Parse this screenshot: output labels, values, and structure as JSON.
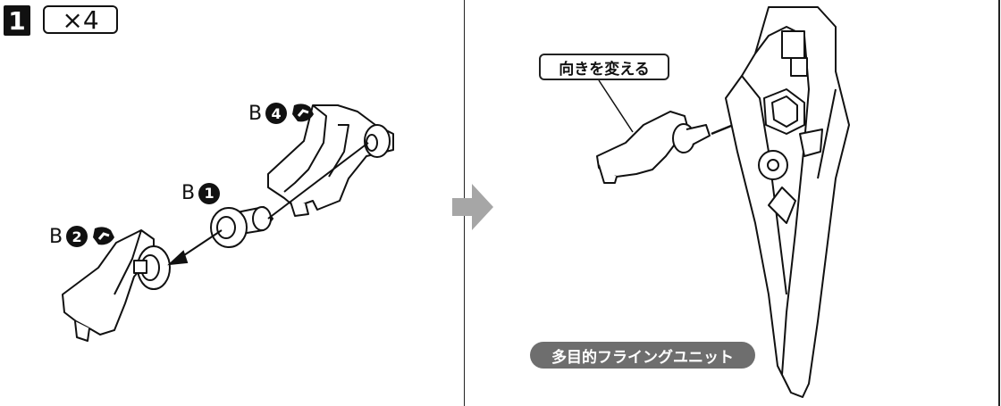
{
  "step": {
    "number": "1",
    "quantity": "×4"
  },
  "left_panel": {
    "labels": [
      {
        "letter": "B",
        "num": "4",
        "nipper_icon": true
      },
      {
        "letter": "B",
        "num": "1",
        "nipper_icon": false
      },
      {
        "letter": "B",
        "num": "2",
        "nipper_icon": true
      }
    ]
  },
  "right_panel": {
    "callout": "向きを変える",
    "unit_name": "多目的フライングユニット"
  },
  "colors": {
    "ink": "#111111",
    "badge": "#6e6e6e",
    "arrow": "#a6a6a6"
  }
}
